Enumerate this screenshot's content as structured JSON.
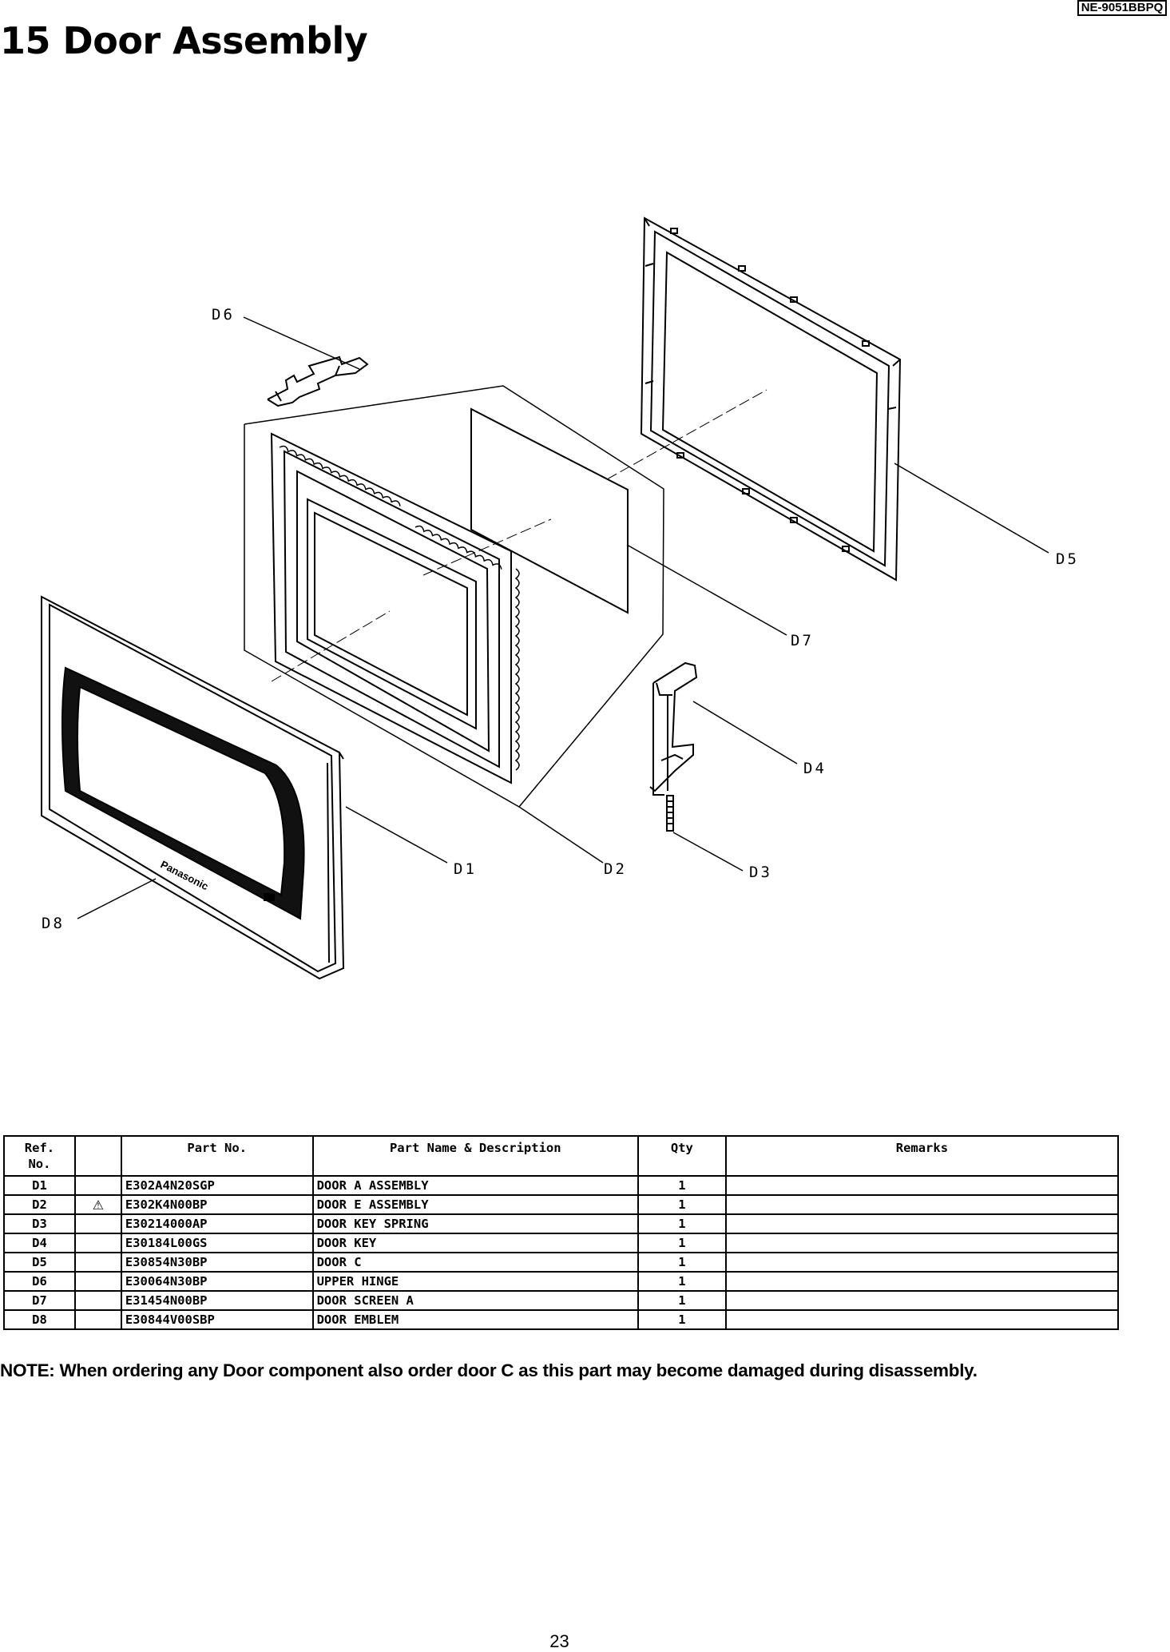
{
  "header": {
    "model": "NE-9051BBPQ",
    "title": "15 Door Assembly"
  },
  "diagram": {
    "labels": {
      "d1": "D1",
      "d2": "D2",
      "d3": "D3",
      "d4": "D4",
      "d5": "D5",
      "d6": "D6",
      "d7": "D7",
      "d8": "D8"
    }
  },
  "table": {
    "headers": {
      "ref": "Ref.",
      "ref2": "No.",
      "part_no": "Part No.",
      "description": "Part Name & Description",
      "qty": "Qty",
      "remarks": "Remarks"
    },
    "warning_symbol": "⚠",
    "rows": [
      {
        "ref": "D1",
        "part_no": "E302A4N20SGP",
        "description": "DOOR A ASSEMBLY",
        "qty": "1",
        "remarks": ""
      },
      {
        "ref": "D2",
        "part_no": "E302K4N00BP",
        "description": "DOOR E ASSEMBLY",
        "qty": "1",
        "remarks": ""
      },
      {
        "ref": "D3",
        "part_no": "E30214000AP",
        "description": "DOOR KEY SPRING",
        "qty": "1",
        "remarks": ""
      },
      {
        "ref": "D4",
        "part_no": "E30184L00GS",
        "description": "DOOR KEY",
        "qty": "1",
        "remarks": ""
      },
      {
        "ref": "D5",
        "part_no": "E30854N30BP",
        "description": "DOOR C",
        "qty": "1",
        "remarks": ""
      },
      {
        "ref": "D6",
        "part_no": "E30064N30BP",
        "description": "UPPER HINGE",
        "qty": "1",
        "remarks": ""
      },
      {
        "ref": "D7",
        "part_no": "E31454N00BP",
        "description": "DOOR SCREEN A",
        "qty": "1",
        "remarks": ""
      },
      {
        "ref": "D8",
        "part_no": "E30844V00SBP",
        "description": "DOOR EMBLEM",
        "qty": "1",
        "remarks": ""
      }
    ]
  },
  "note": "NOTE: When ordering any Door component also order door C as this part may become damaged during disassembly.",
  "page_number": "23"
}
